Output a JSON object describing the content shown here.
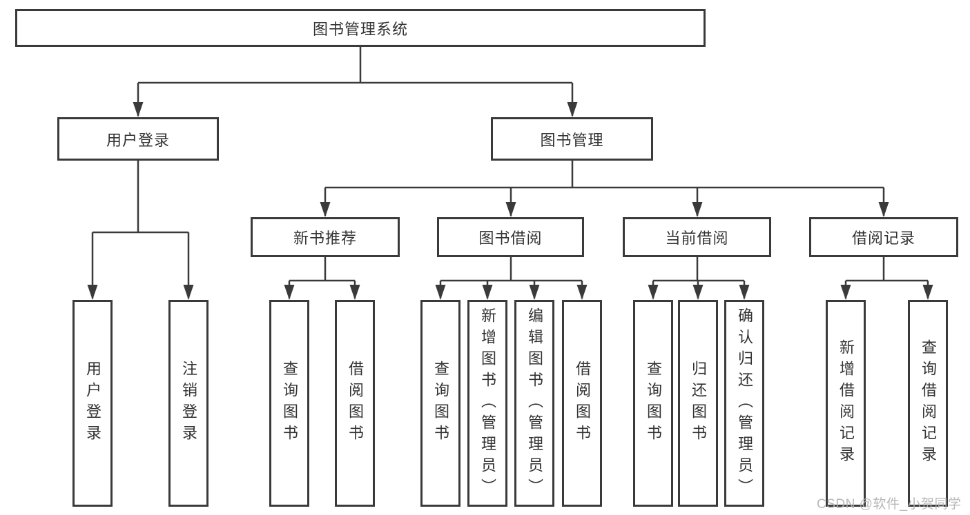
{
  "diagram_title": "图书管理系统",
  "tree": {
    "root": {
      "label": "图书管理系统"
    },
    "branches": [
      {
        "label": "用户登录",
        "children": [
          {
            "label": "用户登录"
          },
          {
            "label": "注销登录"
          }
        ]
      },
      {
        "label": "图书管理",
        "children": [
          {
            "label": "新书推荐",
            "children": [
              {
                "label": "查询图书"
              },
              {
                "label": "借阅图书"
              }
            ]
          },
          {
            "label": "图书借阅",
            "children": [
              {
                "label": "查询图书"
              },
              {
                "label": "新增图书（管理员）"
              },
              {
                "label": "编辑图书（管理员）"
              },
              {
                "label": "借阅图书"
              }
            ]
          },
          {
            "label": "当前借阅",
            "children": [
              {
                "label": "查询图书"
              },
              {
                "label": "归还图书"
              },
              {
                "label": "确认归还（管理员）"
              }
            ]
          },
          {
            "label": "借阅记录",
            "children": [
              {
                "label": "新增借阅记录"
              },
              {
                "label": "查询借阅记录"
              }
            ]
          }
        ]
      }
    ]
  },
  "watermark": {
    "text": "CSDN @软件_小贺同学"
  },
  "colors": {
    "line": "#3a3a3a",
    "box_border": "#3a3a3a",
    "box_fill": "#ffffff",
    "text": "#333333",
    "watermark": "#b2b2b2",
    "background": "#ffffff"
  }
}
